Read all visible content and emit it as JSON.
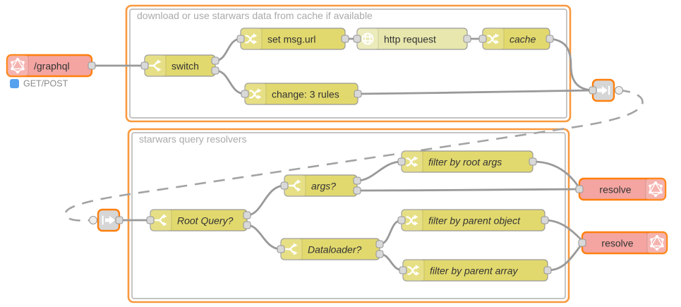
{
  "groups": {
    "cache_group": {
      "label": "download or use starwars data from cache if available"
    },
    "resolvers_group": {
      "label": "starwars query resolvers"
    }
  },
  "nodes": {
    "graphql_in": {
      "label": "/graphql",
      "type": "graphql-in",
      "icon": "graphql-icon",
      "status": "GET/POST",
      "status_icon": "blue-square-status-icon",
      "selected": true
    },
    "switch": {
      "label": "switch",
      "type": "switch",
      "icon": "switch-icon"
    },
    "set_msg_url": {
      "label": "set msg.url",
      "type": "change",
      "icon": "change-icon"
    },
    "http_request": {
      "label": "http request",
      "type": "http request",
      "icon": "globe-icon"
    },
    "cache": {
      "label": "cache",
      "type": "change",
      "icon": "change-icon"
    },
    "change_3_rules": {
      "label": "change: 3 rules",
      "type": "change",
      "icon": "change-icon"
    },
    "link_out": {
      "label": "",
      "type": "link out",
      "icon": "link-out-icon",
      "selected": true
    },
    "link_in": {
      "label": "",
      "type": "link in",
      "icon": "link-in-icon",
      "selected": true
    },
    "root_query": {
      "label": "Root Query?",
      "type": "switch",
      "icon": "switch-icon"
    },
    "args": {
      "label": "args?",
      "type": "switch",
      "icon": "switch-icon"
    },
    "dataloader": {
      "label": "Dataloader?",
      "type": "switch",
      "icon": "switch-icon"
    },
    "filter_by_root_args": {
      "label": "filter by root args",
      "type": "change",
      "icon": "change-icon"
    },
    "filter_by_parent_object": {
      "label": "filter by parent object",
      "type": "change",
      "icon": "change-icon"
    },
    "filter_by_parent_array": {
      "label": "filter by parent array",
      "type": "change",
      "icon": "change-icon"
    },
    "resolve_query": {
      "label": "resolve",
      "type": "graphql-out",
      "icon": "graphql-icon",
      "selected": true
    },
    "resolve_type": {
      "label": "resolve",
      "type": "graphql-out",
      "icon": "graphql-icon",
      "selected": true
    }
  },
  "colors": {
    "selection_orange": "#ff7f0e",
    "group_border_orange": "#f9993f",
    "group_inner_border": "#a0a0a0",
    "node_yellow": "#e2d96e",
    "node_pale_yellow": "#e7e7ae",
    "node_pink": "#f4a5a1",
    "node_link_gray": "#d6d6d6",
    "wire_gray": "#999999",
    "status_blue": "#55a1ef",
    "group_label_gray": "#aaaaaa"
  }
}
